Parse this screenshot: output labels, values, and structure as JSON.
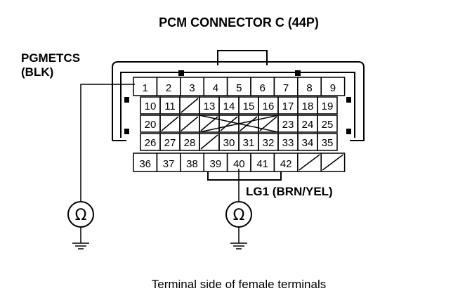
{
  "title": "PCM CONNECTOR C (44P)",
  "probe_left": {
    "line1": "PGMETCS",
    "line2": "(BLK)",
    "terminal": 1
  },
  "probe_right": {
    "label": "LG1 (BRN/YEL)",
    "terminal": 40
  },
  "ohmmeter_symbol": "Ω",
  "caption": "Terminal side of female terminals",
  "rows": [
    [
      "1",
      "2",
      "3",
      "4",
      "5",
      "6",
      "7",
      "8",
      "9"
    ],
    [
      "10",
      "11",
      "",
      "13",
      "14",
      "15",
      "16",
      "17",
      "18",
      "19"
    ],
    [
      "20",
      "",
      "",
      "",
      "",
      "",
      "",
      "23",
      "24",
      "25"
    ],
    [
      "26",
      "27",
      "28",
      "",
      "30",
      "31",
      "32",
      "33",
      "34",
      "35"
    ],
    [
      "36",
      "37",
      "38",
      "39",
      "40",
      "41",
      "42",
      "",
      ""
    ]
  ]
}
